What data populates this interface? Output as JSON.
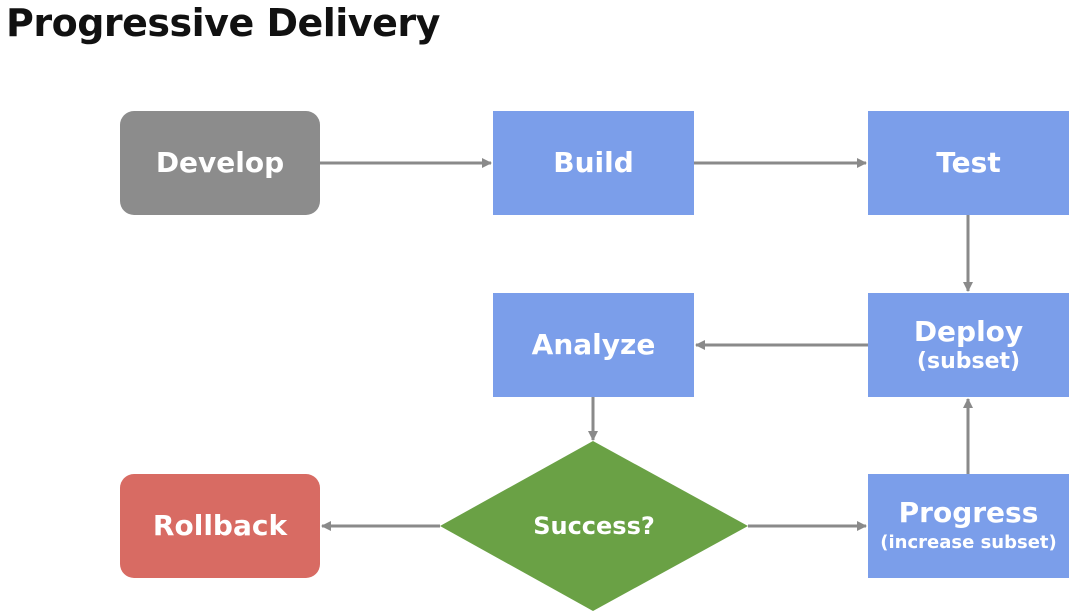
{
  "title": "Progressive Delivery",
  "nodes": {
    "develop": {
      "label": "Develop",
      "color": "#8c8c8c"
    },
    "build": {
      "label": "Build",
      "color": "#7b9eea"
    },
    "test": {
      "label": "Test",
      "color": "#7b9eea"
    },
    "analyze": {
      "label": "Analyze",
      "color": "#7b9eea"
    },
    "deploy": {
      "label": "Deploy",
      "sublabel": "(subset)",
      "color": "#7b9eea"
    },
    "success": {
      "label": "Success?",
      "color": "#6aa145"
    },
    "rollback": {
      "label": "Rollback",
      "color": "#d86b63"
    },
    "progress": {
      "label": "Progress",
      "sublabel": "(increase subset)",
      "color": "#7b9eea"
    }
  },
  "edges": [
    {
      "from": "develop",
      "to": "build"
    },
    {
      "from": "build",
      "to": "test"
    },
    {
      "from": "test",
      "to": "deploy"
    },
    {
      "from": "deploy",
      "to": "analyze"
    },
    {
      "from": "analyze",
      "to": "success"
    },
    {
      "from": "success",
      "to": "rollback"
    },
    {
      "from": "success",
      "to": "progress"
    },
    {
      "from": "progress",
      "to": "deploy"
    }
  ],
  "arrow_color": "#8a8a8a"
}
